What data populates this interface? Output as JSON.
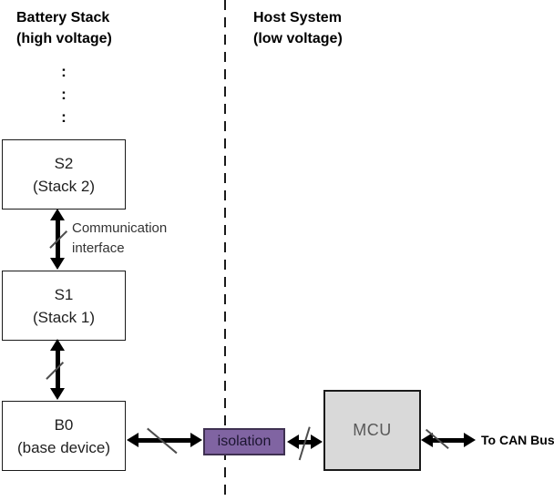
{
  "diagram": {
    "left_region": {
      "title_line1": "Battery Stack",
      "title_line2": "(high voltage)"
    },
    "right_region": {
      "title_line1": "Host System",
      "title_line2": "(low voltage)"
    },
    "ellipsis_dot": ":",
    "nodes": {
      "s2": {
        "title": "S2",
        "subtitle": "(Stack 2)"
      },
      "s1": {
        "title": "S1",
        "subtitle": "(Stack 1)"
      },
      "b0": {
        "title": "B0",
        "subtitle": "(base device)"
      },
      "isolation": {
        "label": "isolation"
      },
      "mcu": {
        "label": "MCU"
      }
    },
    "annotations": {
      "comm_interface_line1": "Communication",
      "comm_interface_line2": "interface",
      "to_can_bus": "To CAN Bus"
    },
    "colors": {
      "isolation_fill": "#8064A2",
      "isolation_border": "#3F3151",
      "mcu_fill": "#D9D9D9",
      "box_border": "#1A1A1A",
      "arrow": "#000000"
    }
  }
}
